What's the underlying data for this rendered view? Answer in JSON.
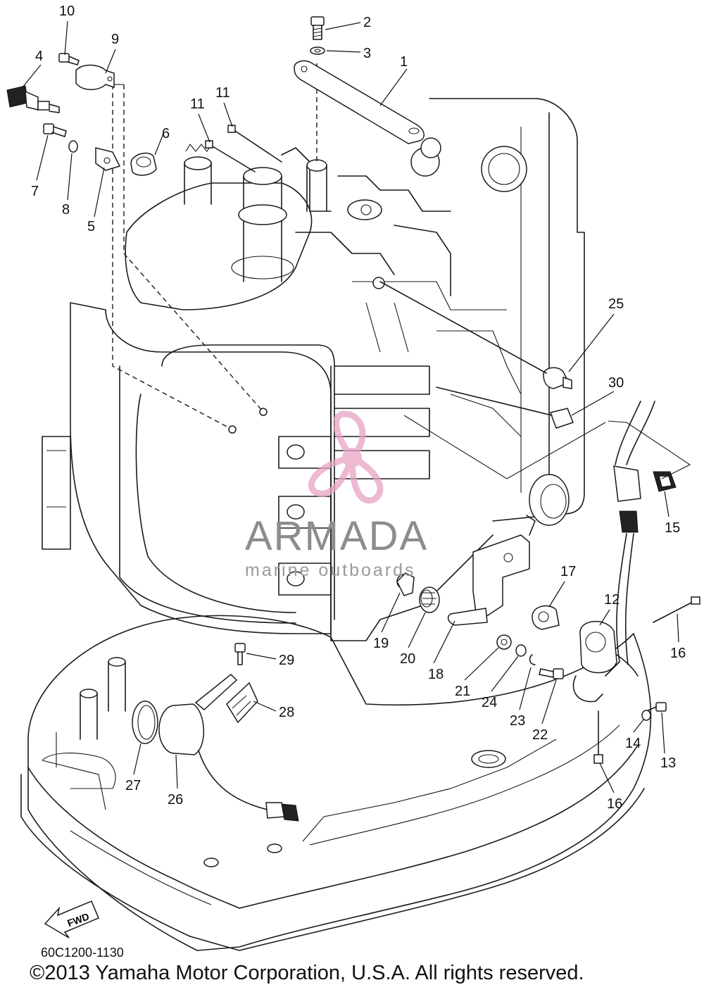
{
  "callouts": [
    {
      "label": "1"
    },
    {
      "label": "2"
    },
    {
      "label": "3"
    },
    {
      "label": "4"
    },
    {
      "label": "5"
    },
    {
      "label": "6"
    },
    {
      "label": "7"
    },
    {
      "label": "8"
    },
    {
      "label": "9"
    },
    {
      "label": "10"
    },
    {
      "label": "11"
    },
    {
      "label": "11"
    },
    {
      "label": "12"
    },
    {
      "label": "13"
    },
    {
      "label": "14"
    },
    {
      "label": "15"
    },
    {
      "label": "16"
    },
    {
      "label": "16"
    },
    {
      "label": "17"
    },
    {
      "label": "18"
    },
    {
      "label": "19"
    },
    {
      "label": "20"
    },
    {
      "label": "21"
    },
    {
      "label": "22"
    },
    {
      "label": "23"
    },
    {
      "label": "24"
    },
    {
      "label": "25"
    },
    {
      "label": "26"
    },
    {
      "label": "27"
    },
    {
      "label": "28"
    },
    {
      "label": "29"
    },
    {
      "label": "30"
    }
  ],
  "fwd_label": "FWD",
  "watermark": {
    "brand": "ARMADA",
    "tagline": "marine outboards",
    "logo_color": "#e8a3c4"
  },
  "diagram_code": "60C1200-1130",
  "copyright": "©2013 Yamaha Motor Corporation, U.S.A. All rights reserved."
}
